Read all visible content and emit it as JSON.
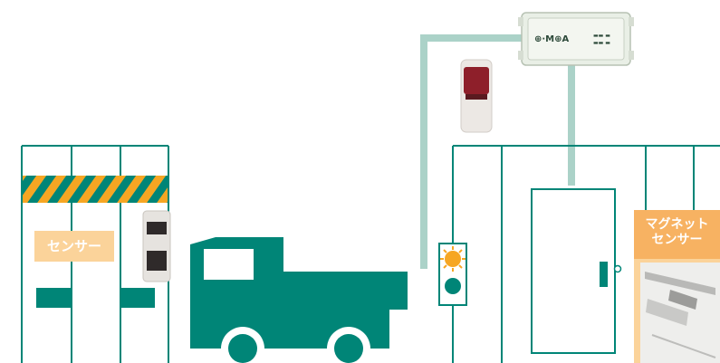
{
  "labels": {
    "sensor": "センサー",
    "magnet_line1": "マグネット",
    "magnet_line2": "センサー"
  },
  "controller": {
    "brand": "⊕·M⊕A",
    "small_text_1": "▬▬ ▬",
    "small_text_2": "▬▬ ▬"
  },
  "colors": {
    "teal": "#008577",
    "light_teal": "#abd2c8",
    "orange_tag": "#f7b262",
    "light_orange_tag": "#fbd39a",
    "stripe_orange": "#f6a623",
    "stripe_teal": "#008577"
  }
}
